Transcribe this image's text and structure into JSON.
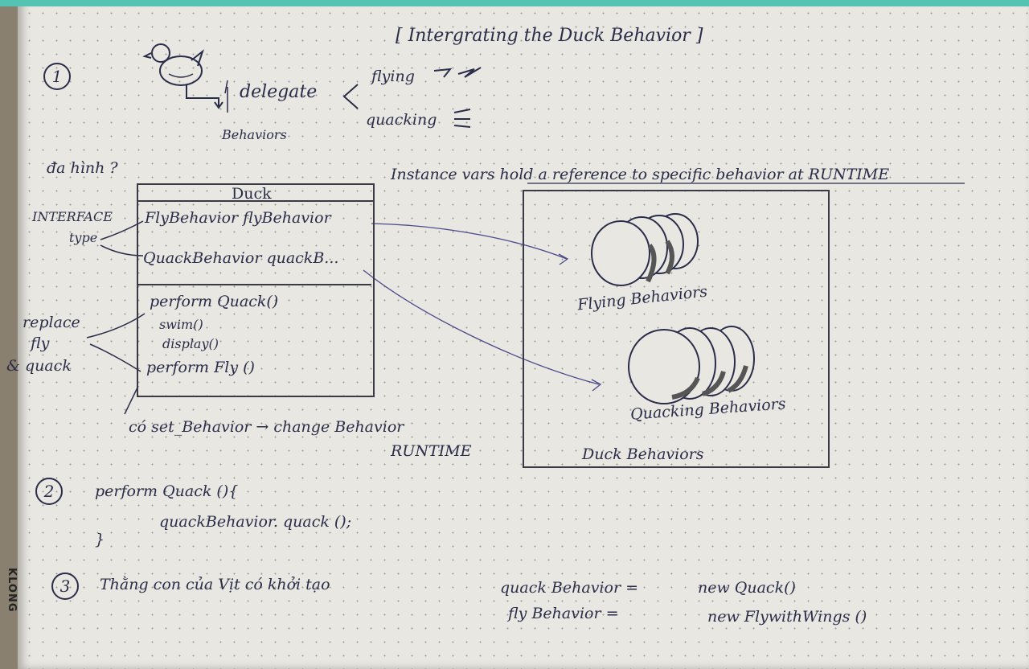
{
  "title": "[ Intergrating the Duck Behavior ]",
  "section1": {
    "number": "1",
    "delegate": "delegate",
    "behaviors": "Behaviors",
    "flying": "flying",
    "quacking": "quacking",
    "polymorphism_note": "đa hình ?",
    "interface_type": "INTERFACE",
    "type_label": "type",
    "replace_label": [
      "replace",
      "fly",
      "& quack"
    ],
    "instance_note": "Instance vars hold a reference to specific behavior at RUNTIME",
    "duck_class": {
      "name": "Duck",
      "fields": [
        "FlyBehavior   flyBehavior",
        "QuackBehavior   quackB..."
      ],
      "methods": [
        "perform Quack()",
        "swim()",
        "display()",
        "perform Fly ()"
      ]
    },
    "setter_note": "có set_Behavior → change Behavior",
    "runtime": "RUNTIME",
    "flying_behaviors": "Flying Behaviors",
    "quacking_behaviors": "Quacking Behaviors",
    "duck_behaviors": "Duck Behaviors"
  },
  "section2": {
    "number": "2",
    "lines": [
      "perform Quack (){",
      "quackBehavior. quack ();",
      "}"
    ]
  },
  "section3": {
    "number": "3",
    "text": "Thằng con của Vịt có khởi tạo",
    "assign_left": [
      "quack Behavior =",
      "fly Behavior        ="
    ],
    "assign_right": [
      "new Quack()",
      "new FlywithWings ()"
    ]
  },
  "brand": "KLONG"
}
